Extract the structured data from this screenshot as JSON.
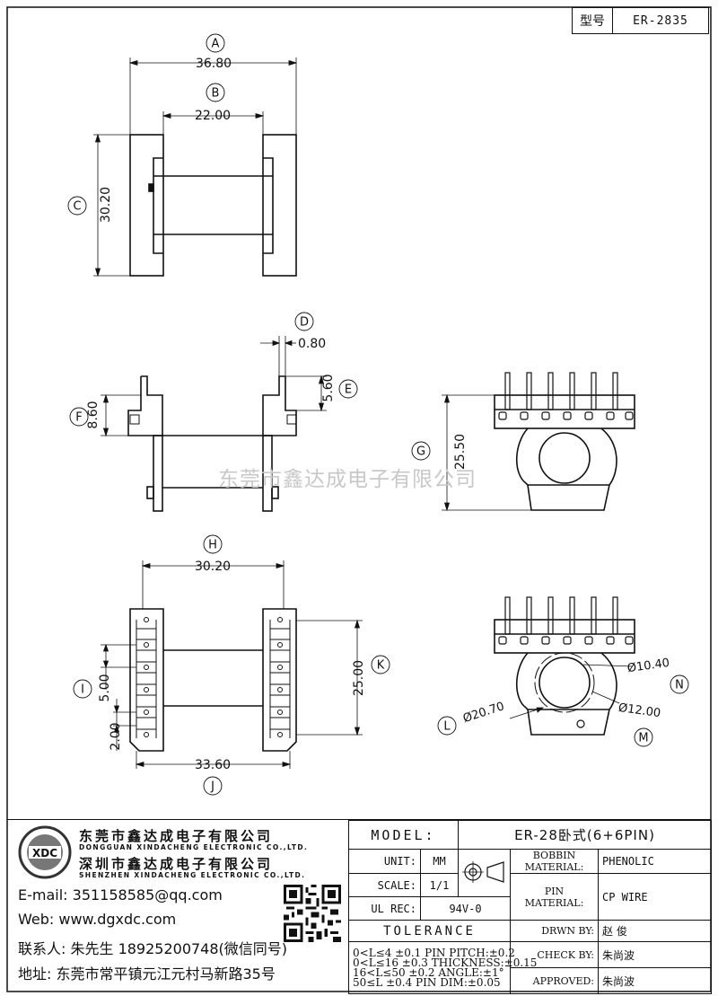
{
  "type_box": {
    "label": "型号",
    "value": "ER-2835"
  },
  "top_view": {
    "A": {
      "letter": "A",
      "value": "36.80"
    },
    "B": {
      "letter": "B",
      "value": "22.00"
    },
    "C": {
      "letter": "C",
      "value": "30.20"
    }
  },
  "side_view": {
    "D": {
      "letter": "D",
      "value": "0.80"
    },
    "E": {
      "letter": "E",
      "value": "5.60"
    },
    "F": {
      "letter": "F",
      "value": "8.60"
    }
  },
  "end_view": {
    "G": {
      "letter": "G",
      "value": "25.50"
    }
  },
  "bottom_view": {
    "H": {
      "letter": "H",
      "value": "30.20"
    },
    "I": {
      "letter": "I",
      "value": "5.00"
    },
    "J": {
      "letter": "J",
      "value": "33.60"
    },
    "K": {
      "letter": "K",
      "value": "25.00"
    },
    "pin_dim": "2.00"
  },
  "detail_view": {
    "L": {
      "letter": "L",
      "value": "Ø20.70"
    },
    "M": {
      "letter": "M",
      "value": "Ø12.00"
    },
    "N": {
      "letter": "N",
      "value": "Ø10.40"
    }
  },
  "watermark": "东莞市鑫达成电子有限公司",
  "company": {
    "name_cn_1": "东莞市鑫达成电子有限公司",
    "name_en_1": "DONGGUAN XINDACHENG ELECTRONIC CO.,LTD.",
    "name_cn_2": "深圳市鑫达成电子有限公司",
    "name_en_2": "SHENZHEN XINDACHENG ELECTRONIC CO.,LTD.",
    "email": "E-mail: 351158585@qq.com",
    "web": "Web: www.dgxdc.com",
    "contact": "联系人: 朱先生 18925200748(微信同号)",
    "address": "地址: 东莞市常平镇元江元村马新路35号"
  },
  "title_block": {
    "model_label": "MODEL:",
    "model_value": "ER-28卧式(6+6PIN)",
    "unit_label": "UNIT:",
    "unit_value": "MM",
    "scale_label": "SCALE:",
    "scale_value": "1/1",
    "ul_label": "UL REC:",
    "ul_value": "94V-0",
    "bobbin_label_1": "BOBBIN",
    "bobbin_label_2": "MATERIAL:",
    "bobbin_value": "PHENOLIC",
    "pin_label_1": "PIN",
    "pin_label_2": "MATERIAL:",
    "pin_value": "CP WIRE",
    "tolerance_label": "TOLERANCE",
    "tolerances": [
      "0<L≤4    ±0.1  PIN PITCH:±0.2",
      "0<L≤16   ±0.3  THICKNESS:±0.15",
      "16<L≤50  ±0.2  ANGLE:±1°",
      "50≤L     ±0.4  PIN DIM:±0.05"
    ],
    "drawn_label": "DRWN BY:",
    "drawn_value": "赵  俊",
    "check_label": "CHECK BY:",
    "check_value": "朱尚波",
    "approved_label": "APPROVED:",
    "approved_value": "朱尚波"
  }
}
